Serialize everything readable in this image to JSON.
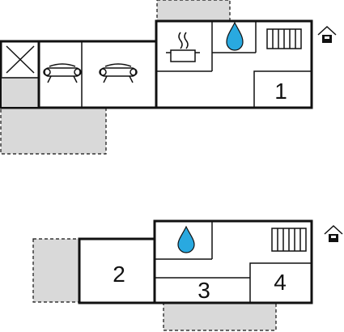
{
  "floor_upper": {
    "rooms": [
      {
        "label": "1"
      }
    ],
    "icons": [
      "storage-x-icon",
      "sofa-icon",
      "sofa-icon",
      "cooking-pot-icon",
      "water-drop-icon",
      "radiator-icon",
      "house-entrance-icon"
    ],
    "colors": {
      "terrace": "#d9d9d9",
      "wall": "#111111",
      "water": "#29a9e0"
    }
  },
  "floor_lower": {
    "rooms": [
      {
        "label": "2"
      },
      {
        "label": "3"
      },
      {
        "label": "4"
      }
    ],
    "icons": [
      "water-drop-icon",
      "radiator-icon",
      "house-entrance-icon"
    ]
  }
}
